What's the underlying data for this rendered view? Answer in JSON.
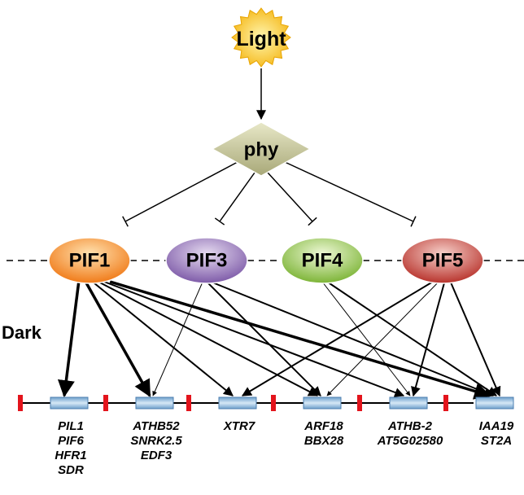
{
  "light": {
    "label": "Light"
  },
  "phy": {
    "label": "phy"
  },
  "condition": {
    "label": "Dark"
  },
  "pifs": [
    {
      "id": "pif1",
      "label": "PIF1",
      "color_light": "#ffd9a0",
      "color_dark": "#f07a18"
    },
    {
      "id": "pif3",
      "label": "PIF3",
      "color_light": "#e2d4ee",
      "color_dark": "#7d5aa8"
    },
    {
      "id": "pif4",
      "label": "PIF4",
      "color_light": "#e6f4c8",
      "color_dark": "#7cb436"
    },
    {
      "id": "pif5",
      "label": "PIF5",
      "color_light": "#f4c8c0",
      "color_dark": "#b8332c"
    }
  ],
  "gene_groups": [
    {
      "id": "g1",
      "genes": [
        "PIL1",
        "PIF6",
        "HFR1",
        "SDR"
      ]
    },
    {
      "id": "g2",
      "genes": [
        "ATHB52",
        "SNRK2.5",
        "EDF3"
      ]
    },
    {
      "id": "g3",
      "genes": [
        "XTR7"
      ]
    },
    {
      "id": "g4",
      "genes": [
        "ARF18",
        "BBX28"
      ]
    },
    {
      "id": "g5",
      "genes": [
        "ATHB-2",
        "AT5G02580"
      ]
    },
    {
      "id": "g6",
      "genes": [
        "IAA19",
        "ST2A"
      ]
    }
  ],
  "edges": [
    {
      "from": "pif1",
      "to": "g1",
      "weight": "thick"
    },
    {
      "from": "pif1",
      "to": "g2",
      "weight": "thick"
    },
    {
      "from": "pif1",
      "to": "g3",
      "weight": "normal"
    },
    {
      "from": "pif1",
      "to": "g4",
      "weight": "normal"
    },
    {
      "from": "pif1",
      "to": "g5",
      "weight": "normal"
    },
    {
      "from": "pif1",
      "to": "g6",
      "weight": "thick"
    },
    {
      "from": "pif3",
      "to": "g2",
      "weight": "thin"
    },
    {
      "from": "pif3",
      "to": "g4",
      "weight": "normal"
    },
    {
      "from": "pif3",
      "to": "g6",
      "weight": "normal"
    },
    {
      "from": "pif4",
      "to": "g5",
      "weight": "thin"
    },
    {
      "from": "pif4",
      "to": "g6",
      "weight": "normal"
    },
    {
      "from": "pif5",
      "to": "g3",
      "weight": "normal"
    },
    {
      "from": "pif5",
      "to": "g4",
      "weight": "thin"
    },
    {
      "from": "pif5",
      "to": "g5",
      "weight": "normal"
    },
    {
      "from": "pif5",
      "to": "g6",
      "weight": "normal"
    }
  ],
  "colors": {
    "sun": "#f7c21a",
    "sun_center": "#fff3a0",
    "phy": "#c8c89a",
    "promoter_element": "#e3141c",
    "gene_box": "#8fb8dc"
  }
}
